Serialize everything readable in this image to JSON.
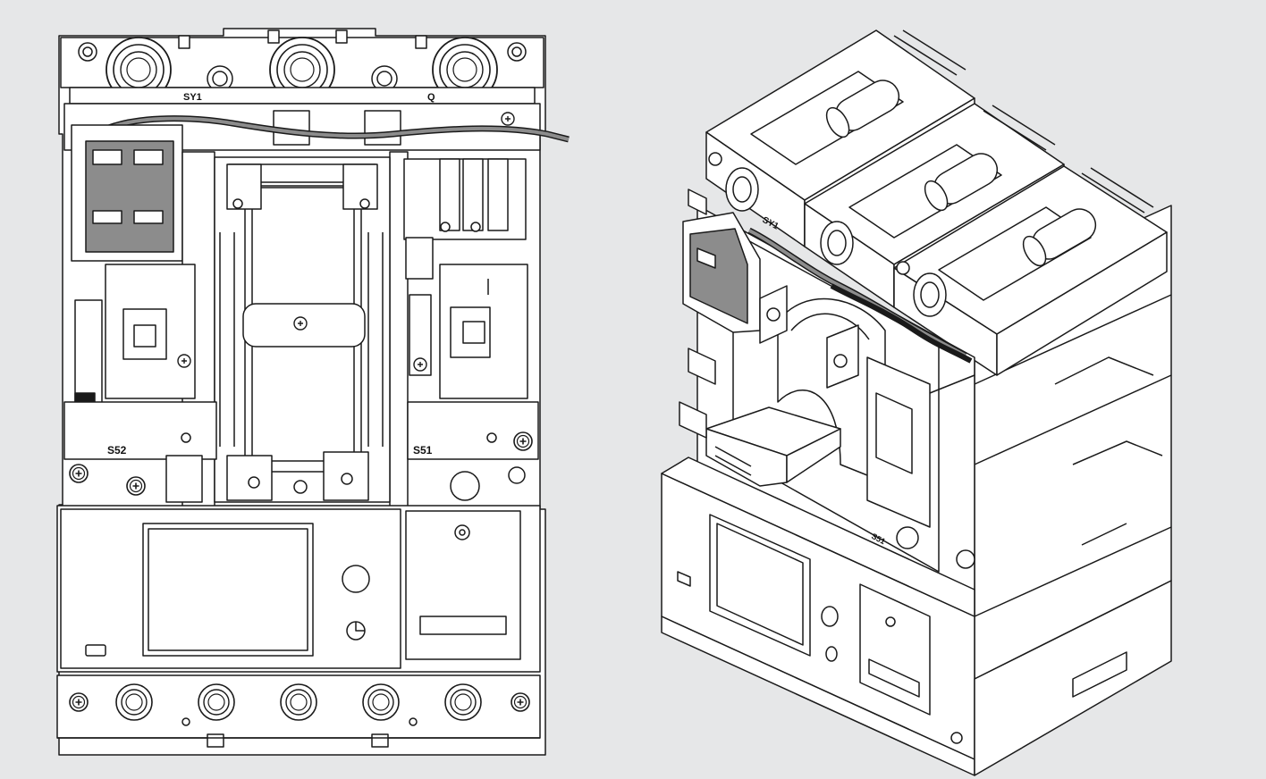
{
  "figure": {
    "background_color": "#e6e7e8",
    "line_color": "#1a1a1a",
    "fill_color": "#ffffff",
    "shade_color": "#8c8c8c"
  },
  "front_view": {
    "labels": {
      "sy1": "SY1",
      "q": "Q",
      "s52": "S52",
      "s51": "S51"
    }
  },
  "iso_view": {
    "labels": {
      "sy1": "SY1",
      "s51": "S51"
    }
  }
}
